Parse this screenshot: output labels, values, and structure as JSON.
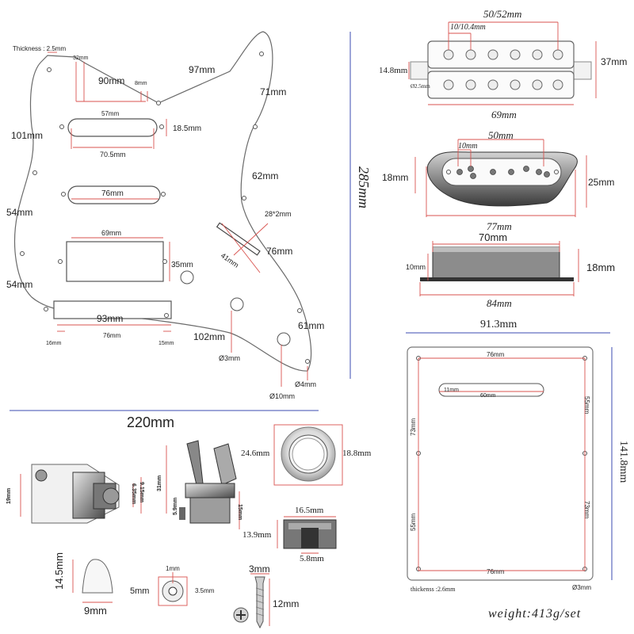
{
  "pickguard": {
    "thickness": "Thickness : 2.5mm",
    "d_32": "32mm",
    "d_90": "90mm",
    "d_8": "8mm",
    "d_97": "97mm",
    "d_71": "71mm",
    "d_57": "57mm",
    "d_101": "101mm",
    "d_18_5": "18.5mm",
    "d_70_5": "70.5mm",
    "d_62": "62mm",
    "d_76": "76mm",
    "d_28x2": "28*2mm",
    "d_54a": "54mm",
    "d_69": "69mm",
    "d_41": "41mm",
    "d_76b": "76mm",
    "d_35": "35mm",
    "d_54b": "54mm",
    "d_93": "93mm",
    "d_61": "61mm",
    "d_102": "102mm",
    "d_16": "16mm",
    "d_76c": "76mm",
    "d_15": "15mm",
    "d_phi3": "Ø3mm",
    "d_phi4": "Ø4mm",
    "d_phi10": "Ø10mm",
    "height": "285mm",
    "width": "220mm"
  },
  "humbucker": {
    "top": "50/52mm",
    "inner": "10/10.4mm",
    "height": "37mm",
    "lug": "14.8mm",
    "hole": "Ø2.5mm",
    "bottom": "69mm"
  },
  "single_coil": {
    "top": "50mm",
    "inner": "10mm",
    "left": "18mm",
    "right": "25mm",
    "bottom": "77mm"
  },
  "side_view": {
    "top": "70mm",
    "left": "10mm",
    "right": "18mm",
    "bottom": "84mm"
  },
  "backplate": {
    "width": "91.3mm",
    "height": "141.8mm",
    "top": "76mm",
    "slot_h": "11mm",
    "slot_w": "60mm",
    "right_upper": "55mm",
    "left_upper": "73mm",
    "left_lower": "55mm",
    "right_lower": "73mm",
    "bottom": "76mm",
    "thickness": "thickenss :2.6mm",
    "hole": "Ø3mm"
  },
  "jack": {
    "h19": "19mm",
    "d6_35": "6.35mm",
    "d9_15": "9.15mm"
  },
  "jack2": {
    "h31": "31mm",
    "d5_9": "5.9mm",
    "d15": "15mm"
  },
  "knob": {
    "outer": "24.6mm",
    "inner": "18.8mm",
    "top": "16.5mm",
    "height": "13.9mm",
    "bottom": "5.8mm"
  },
  "switch_tip": {
    "height": "14.5mm",
    "width": "9mm"
  },
  "washer": {
    "d1": "1mm",
    "d5": "5mm",
    "d3_5": "3.5mm"
  },
  "screw": {
    "head": "3mm",
    "length": "12mm"
  },
  "weight": "weight:413g/set"
}
